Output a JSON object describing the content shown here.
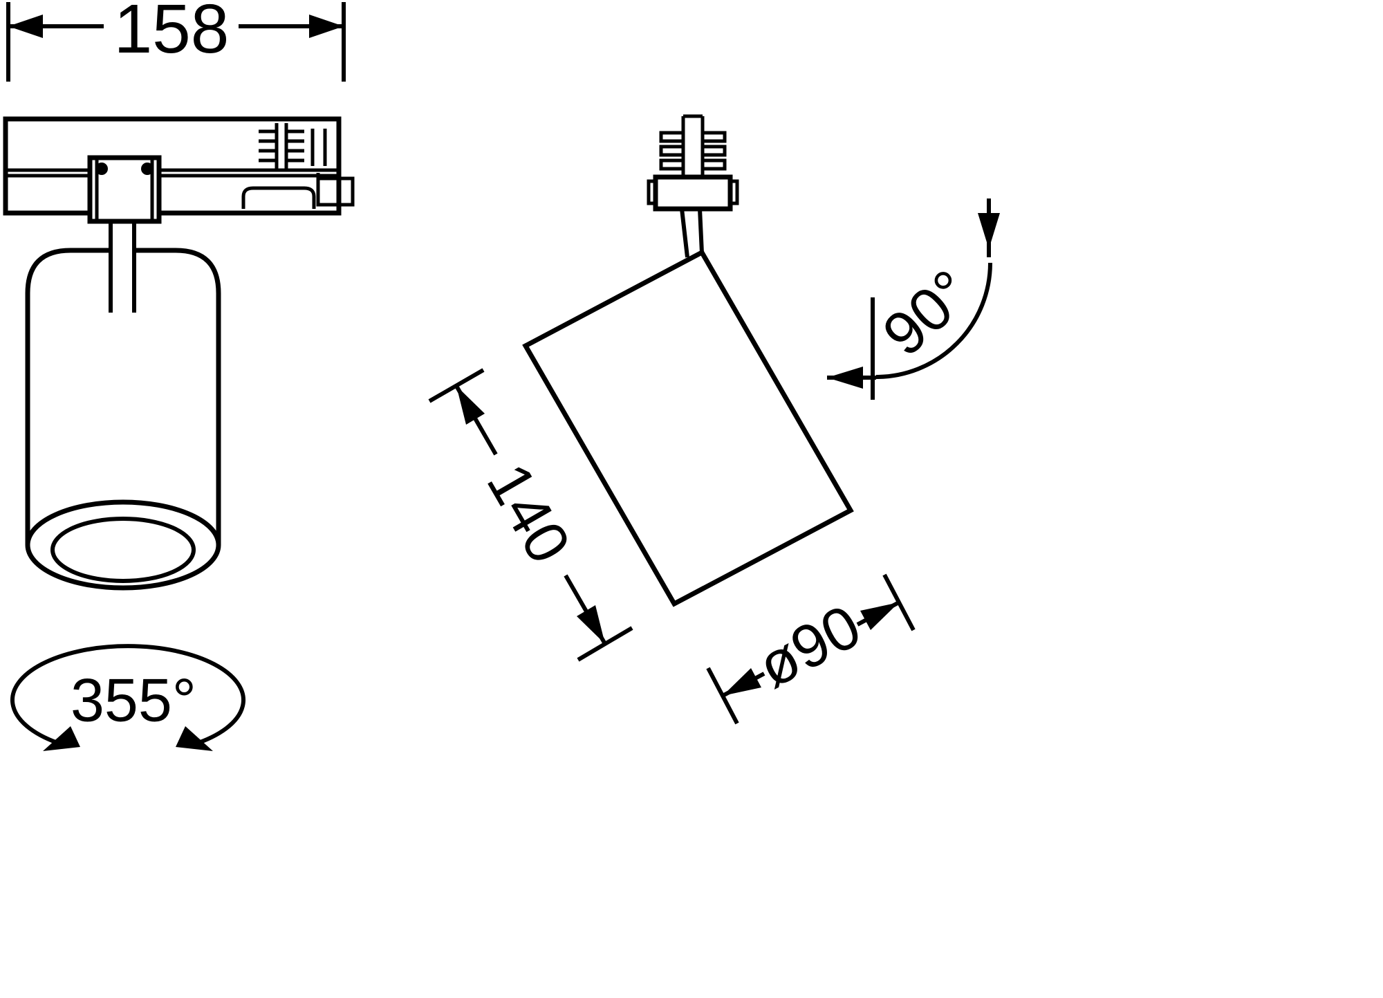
{
  "drawing": {
    "kind": "technical-dimension-drawing",
    "subject": "track-mounted spotlight, front view and tilted side view"
  },
  "colors": {
    "line": "#000000",
    "background": "#ffffff"
  },
  "dimensions": {
    "track_adapter_width": "158",
    "body_length": "140",
    "body_diameter": "ø90",
    "rotation_range": "355°",
    "tilt_range": "90°"
  }
}
